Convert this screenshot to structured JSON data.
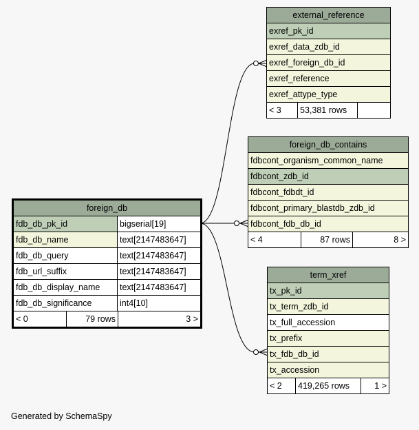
{
  "tables": {
    "external_reference": {
      "name": "external_reference",
      "columns": [
        "exref_pk_id",
        "exref_data_zdb_id",
        "exref_foreign_db_id",
        "exref_reference",
        "exref_attype_type"
      ],
      "footer": {
        "parents": "< 3",
        "rows": "53,381 rows",
        "children": ""
      }
    },
    "foreign_db_contains": {
      "name": "foreign_db_contains",
      "columns": [
        "fdbcont_organism_common_name",
        "fdbcont_zdb_id",
        "fdbcont_fdbdt_id",
        "fdbcont_primary_blastdb_zdb_id",
        "fdbcont_fdb_db_id"
      ],
      "footer": {
        "parents": "< 4",
        "rows": "87 rows",
        "children": "8 >"
      }
    },
    "foreign_db": {
      "name": "foreign_db",
      "columns": [
        {
          "name": "fdb_db_pk_id",
          "type": "bigserial[19]"
        },
        {
          "name": "fdb_db_name",
          "type": "text[2147483647]"
        },
        {
          "name": "fdb_db_query",
          "type": "text[2147483647]"
        },
        {
          "name": "fdb_url_suffix",
          "type": "text[2147483647]"
        },
        {
          "name": "fdb_db_display_name",
          "type": "text[2147483647]"
        },
        {
          "name": "fdb_db_significance",
          "type": "int4[10]"
        }
      ],
      "footer": {
        "parents": "< 0",
        "rows": "79 rows",
        "children": "3 >"
      }
    },
    "term_xref": {
      "name": "term_xref",
      "columns": [
        "tx_pk_id",
        "tx_term_zdb_id",
        "tx_full_accession",
        "tx_prefix",
        "tx_fdb_db_id",
        "tx_accession"
      ],
      "footer": {
        "parents": "< 2",
        "rows": "419,265 rows",
        "children": "1 >"
      }
    }
  },
  "footer_text": "Generated by SchemaSpy",
  "colors": {
    "header": "#9caa98",
    "primary_key": "#bfcfb7",
    "foreign_key": "#f3f6dc",
    "background": "#f7f7f7"
  }
}
